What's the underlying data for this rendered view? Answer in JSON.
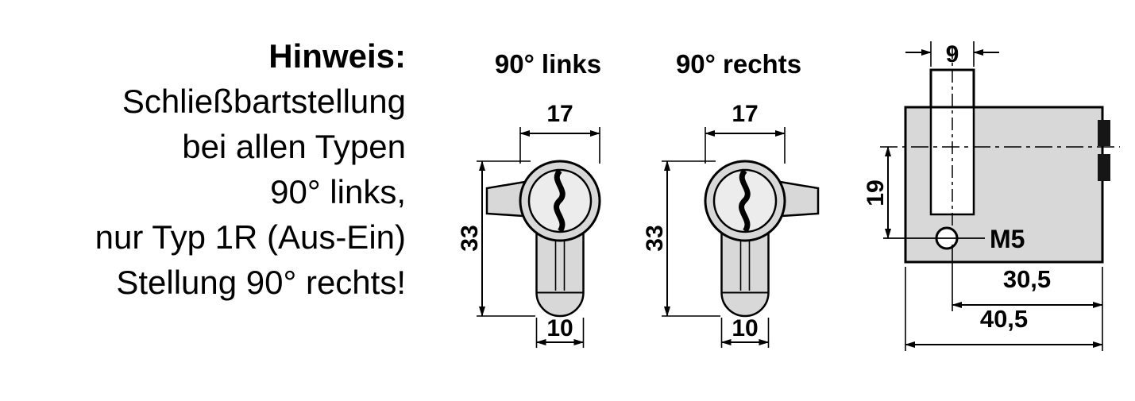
{
  "note": {
    "title": "Hinweis:",
    "lines": [
      "Schließbartstellung",
      "bei allen Typen",
      "90° links,",
      "nur Typ 1R (Aus-Ein)",
      "Stellung 90° rechts!"
    ]
  },
  "front_left": {
    "title": "90° links",
    "dim_width_top": "17",
    "dim_height": "33",
    "dim_width_bottom": "10"
  },
  "front_right": {
    "title": "90° rechts",
    "dim_width_top": "17",
    "dim_height": "33",
    "dim_width_bottom": "10"
  },
  "side_view": {
    "dim_cam_width": "9",
    "dim_center_to_screw": "19",
    "thread_label": "M5",
    "dim_from_cam_center": "30,5",
    "dim_total_length": "40,5"
  },
  "colors": {
    "line": "#000000",
    "fill_body": "#d8d8d8",
    "fill_face": "#ececec",
    "background": "#ffffff"
  }
}
